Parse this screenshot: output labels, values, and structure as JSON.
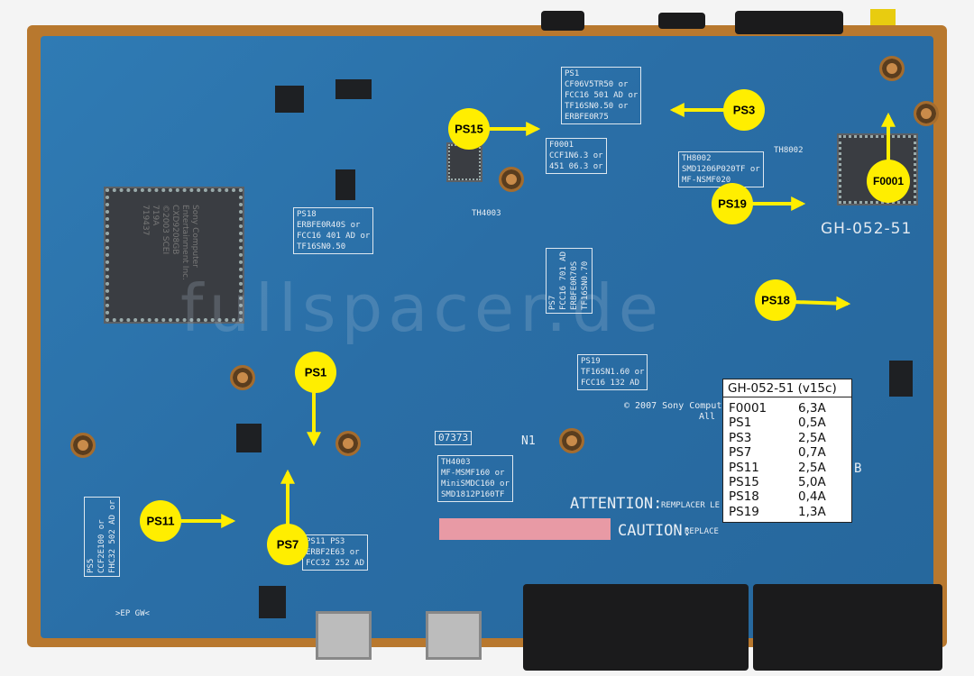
{
  "board": {
    "model_silkscreen": "GH-052-51",
    "chip_label": "Sony Computer\nEntertainment Inc.\nCXD9208GB\n©2003 SCEI\n719A\n719437",
    "watermark": "fullspacer.de",
    "silkscreen": {
      "ps1_box": [
        "PS1",
        "CF06V5TR50  or",
        "FCC16 501 AD  or",
        "TF16SN0.50  or",
        "ERBFE0R75"
      ],
      "f0001_box": [
        "F0001",
        "CCF1N6.3  or",
        "451 06.3  or"
      ],
      "th8002_box": [
        "TH8002",
        "SMD1206P020TF  or",
        "MF-NSMF020"
      ],
      "ps18_box": [
        "PS18",
        "ERBFE0R40S  or",
        "FCC16 401 AD  or",
        "TF16SN0.50"
      ],
      "ps7_box": [
        "PS7",
        "FCC16 701 AD",
        "ERBFE0R70S",
        "TF16SN0.70"
      ],
      "ps19_box": [
        "PS19",
        "TF16SN1.60  or",
        "FCC16 132 AD"
      ],
      "th4003_box": [
        "TH4003",
        "MF-MSMF160  or",
        "MiniSMDC160  or",
        "SMD1812P160TF"
      ],
      "ps11_box": [
        "PS11  PS3",
        "ERBF2E63  or",
        "FCC32 252 AD"
      ],
      "ps5_box": [
        "PS5",
        "CCF2E100  or",
        "FHC32 502 AD  or"
      ],
      "copyright": "© 2007 Sony Comput",
      "all": "All",
      "code": "07373",
      "n1": "N1",
      "th4003": "TH4003",
      "th8002": "TH8002",
      "attention": "ATTENTION:",
      "remplacer": "REMPLACER LE",
      "caution": "CAUTION:",
      "replace": "REPLACE",
      "corner": ">EP GW<",
      "b3": "B"
    }
  },
  "callouts": [
    {
      "label": "PS15"
    },
    {
      "label": "PS3"
    },
    {
      "label": "F0001"
    },
    {
      "label": "PS19"
    },
    {
      "label": "PS18"
    },
    {
      "label": "PS1"
    },
    {
      "label": "PS7"
    },
    {
      "label": "PS11"
    }
  ],
  "callout_color": "#ffee00",
  "legend": {
    "title": "GH-052-51 (v15c)",
    "rows": [
      {
        "part": "F0001",
        "rating": "6,3A"
      },
      {
        "part": "PS1",
        "rating": "0,5A"
      },
      {
        "part": "PS3",
        "rating": "2,5A"
      },
      {
        "part": "PS7",
        "rating": "0,7A"
      },
      {
        "part": "PS11",
        "rating": "2,5A"
      },
      {
        "part": "PS15",
        "rating": "5,0A"
      },
      {
        "part": "PS18",
        "rating": "0,4A"
      },
      {
        "part": "PS19",
        "rating": "1,3A"
      }
    ]
  }
}
